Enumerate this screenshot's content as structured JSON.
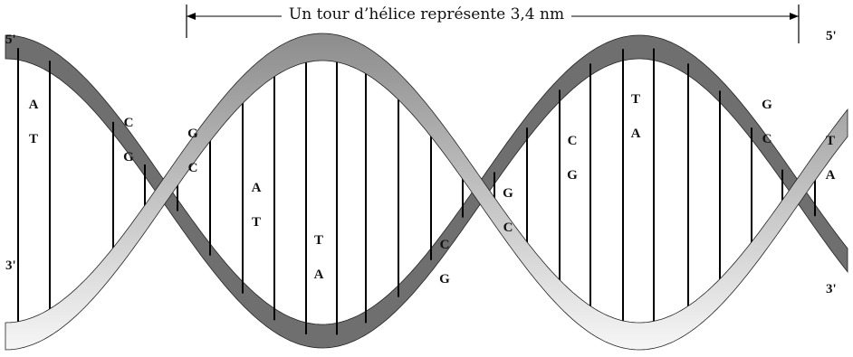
{
  "caption": "Un tour d’hélice représente 3,4 nm",
  "strand_ends": {
    "top_left": "5'",
    "bottom_left": "3'",
    "top_right": "5'",
    "bottom_right": "3'"
  },
  "colors": {
    "dark_ribbon": "#6f6f6f",
    "light_ribbon_top": "#9a9a9a",
    "light_ribbon_bottom": "#f4f4f4",
    "rung": "#000000"
  },
  "base_pairs": [
    {
      "top": "A",
      "bottom": "T"
    },
    {
      "top": "C",
      "bottom": "G"
    },
    {
      "top": "G",
      "bottom": "C"
    },
    {
      "top": "A",
      "bottom": "T"
    },
    {
      "top": "T",
      "bottom": "A"
    },
    {
      "top": "C",
      "bottom": "G"
    },
    {
      "top": "G",
      "bottom": "C"
    },
    {
      "top": "C",
      "bottom": "G"
    },
    {
      "top": "T",
      "bottom": "A"
    },
    {
      "top": "G",
      "bottom": "C"
    },
    {
      "top": "T",
      "bottom": "A"
    }
  ]
}
